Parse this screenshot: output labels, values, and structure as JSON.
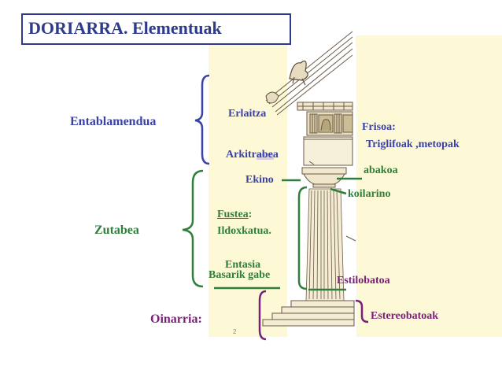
{
  "title": "DORIARRA. Elementuak",
  "labels": {
    "entablamendua": "Entablamendua",
    "erlaitza": "Erlaitza",
    "arkitrabea": "Arkitrabea",
    "frisoa_line1": "Frisoa:",
    "frisoa_line2": "Triglifoak ,metopak",
    "abakoa": "abakoa",
    "ekino": "Ekino",
    "koilarino": "koilarino",
    "zutabea": "Zutabea",
    "fustea": "Fustea",
    "fustea_colon": ":",
    "ildoxkatua": "Ildoxkatua.",
    "entasia": "Entasia",
    "basarik_gabe": "Basarik gabe",
    "estilobatoa": "Estilobatoa",
    "oinarria": "Oinarria:",
    "estereobatoak": "Estereobatoak"
  },
  "colors": {
    "navy": "#3a42a8",
    "green": "#2f7f3b",
    "purple": "#7a1f7a",
    "panel": "#fdf8d6"
  }
}
